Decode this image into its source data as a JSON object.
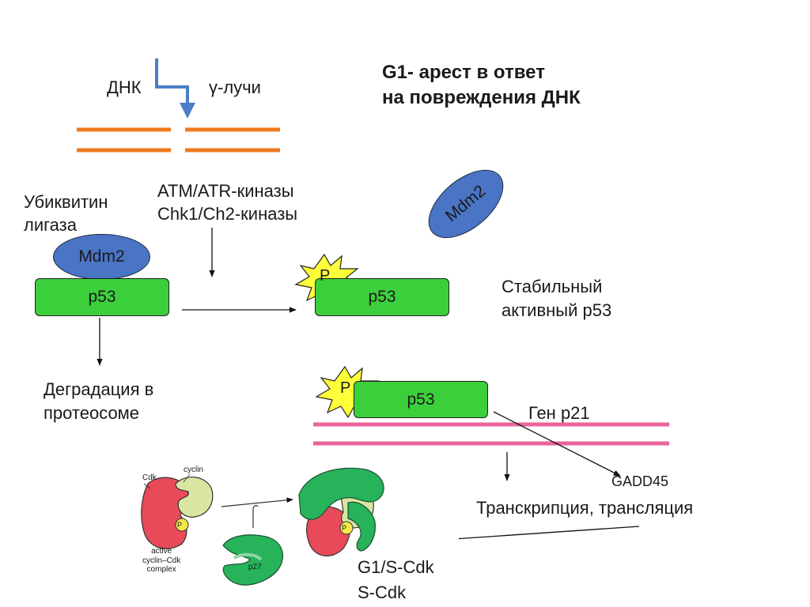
{
  "title": {
    "line1": "G1- арест в ответ",
    "line2": "на повреждения ДНК"
  },
  "dna_label": "ДНК",
  "gamma_label": "γ-лучи",
  "kinases": {
    "line1": "ATM/ATR-киназы",
    "line2": "Chk1/Ch2-киназы"
  },
  "ligase": {
    "line1": "Убиквитин",
    "line2": "лигаза"
  },
  "mdm2": "Mdm2",
  "p53": "p53",
  "phospho": "P",
  "degradation": {
    "line1": "Деградация в",
    "line2": "протеосоме"
  },
  "stable": {
    "line1": "Стабильный",
    "line2": "активный p53"
  },
  "gene_label": "Ген p21",
  "gadd45": "GADD45",
  "transcription": "Транскрипция, трансляция",
  "cdk": {
    "line1": "G1/S-Cdk",
    "line2": "S-Cdk"
  },
  "figure": {
    "cdk_label": "Cdk",
    "cyclin_label": "cyclin",
    "complex_label": {
      "line1": "active",
      "line2": "cyclin–Cdk",
      "line3": "complex"
    },
    "p27_label": "p27",
    "p_label": "P"
  },
  "colors": {
    "dna_break": "#f07a1e",
    "gene_strand": "#e8649a",
    "p53_box": "#3ccf3c",
    "mdm2": "#4a74c4",
    "gamma_arrow": "#4a7ec8"
  }
}
